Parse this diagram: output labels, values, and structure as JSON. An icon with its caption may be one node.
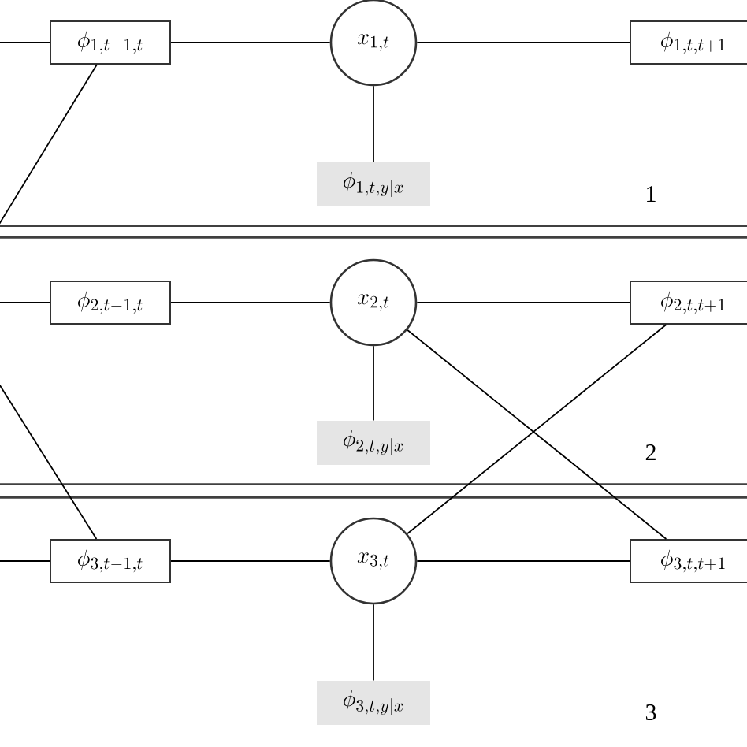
{
  "diagram": {
    "nodes": [
      {
        "text": [
          "\\phi_{1,t-1,t}"
        ]
      },
      {
        "text": [
          "x_{1,t}"
        ]
      },
      {
        "text": [
          "\\phi_{1,t,t+1}"
        ]
      },
      {
        "text": [
          "\\phi_{1,t,y|x}"
        ]
      },
      {
        "text": [
          "\\phi_{2,t-1,t}"
        ]
      },
      {
        "text": [
          "x_{2,t}"
        ]
      },
      {
        "text": [
          "\\phi_{2,t,t+1}"
        ]
      },
      {
        "text": [
          "\\phi_{2,t,y|x}"
        ]
      },
      {
        "text": [
          "\\phi_{3,t-1,t}"
        ]
      },
      {
        "text": [
          "x_{3,t}"
        ]
      },
      {
        "text": [
          "\\phi_{3,t,t+1}"
        ]
      },
      {
        "text": [
          "\\phi_{3,t,y|x}"
        ]
      }
    ],
    "edges": [
      {
        "from": null,
        "to": 0,
        "arrow": "none"
      },
      {
        "from": 0,
        "to": 1,
        "arrow": "none"
      },
      {
        "from": 1,
        "to": 2,
        "arrow": "none"
      },
      {
        "from": 1,
        "to": 3,
        "arrow": "none"
      },
      {
        "from": 0,
        "to": null,
        "arrow": "none"
      },
      {
        "from": null,
        "to": 4,
        "arrow": "none"
      },
      {
        "from": 4,
        "to": 5,
        "arrow": "none"
      },
      {
        "from": 5,
        "to": 6,
        "arrow": "none"
      },
      {
        "from": 5,
        "to": 7,
        "arrow": "none"
      },
      {
        "from": 5,
        "to": 10,
        "arrow": "none"
      },
      {
        "from": 6,
        "to": 9,
        "arrow": "none"
      },
      {
        "from": null,
        "to": 8,
        "arrow": "none"
      },
      {
        "from": 8,
        "to": 9,
        "arrow": "none"
      },
      {
        "from": 9,
        "to": 10,
        "arrow": "none"
      },
      {
        "from": 9,
        "to": 11,
        "arrow": "none"
      },
      {
        "from": null,
        "to": 8,
        "arrow": "none"
      }
    ],
    "labels": [
      "1",
      "2",
      "3"
    ]
  }
}
